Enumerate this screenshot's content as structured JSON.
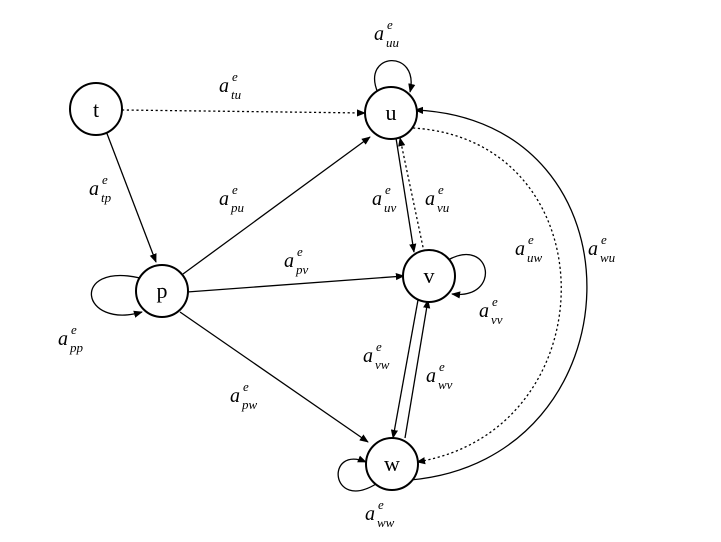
{
  "nodes": {
    "t": "t",
    "u": "u",
    "p": "p",
    "v": "v",
    "w": "w"
  },
  "labels": {
    "uu": {
      "base": "a",
      "sup": "e",
      "sub": "uu"
    },
    "tu": {
      "base": "a",
      "sup": "e",
      "sub": "tu"
    },
    "tp": {
      "base": "a",
      "sup": "e",
      "sub": "tp"
    },
    "pu": {
      "base": "a",
      "sup": "e",
      "sub": "pu"
    },
    "uv": {
      "base": "a",
      "sup": "e",
      "sub": "uv"
    },
    "vu": {
      "base": "a",
      "sup": "e",
      "sub": "vu"
    },
    "uw": {
      "base": "a",
      "sup": "e",
      "sub": "uw"
    },
    "wu": {
      "base": "a",
      "sup": "e",
      "sub": "wu"
    },
    "pv": {
      "base": "a",
      "sup": "e",
      "sub": "pv"
    },
    "vv": {
      "base": "a",
      "sup": "e",
      "sub": "vv"
    },
    "pp": {
      "base": "a",
      "sup": "e",
      "sub": "pp"
    },
    "vw": {
      "base": "a",
      "sup": "e",
      "sub": "vw"
    },
    "wv": {
      "base": "a",
      "sup": "e",
      "sub": "wv"
    },
    "pw": {
      "base": "a",
      "sup": "e",
      "sub": "pw"
    },
    "ww": {
      "base": "a",
      "sup": "e",
      "sub": "ww"
    }
  }
}
